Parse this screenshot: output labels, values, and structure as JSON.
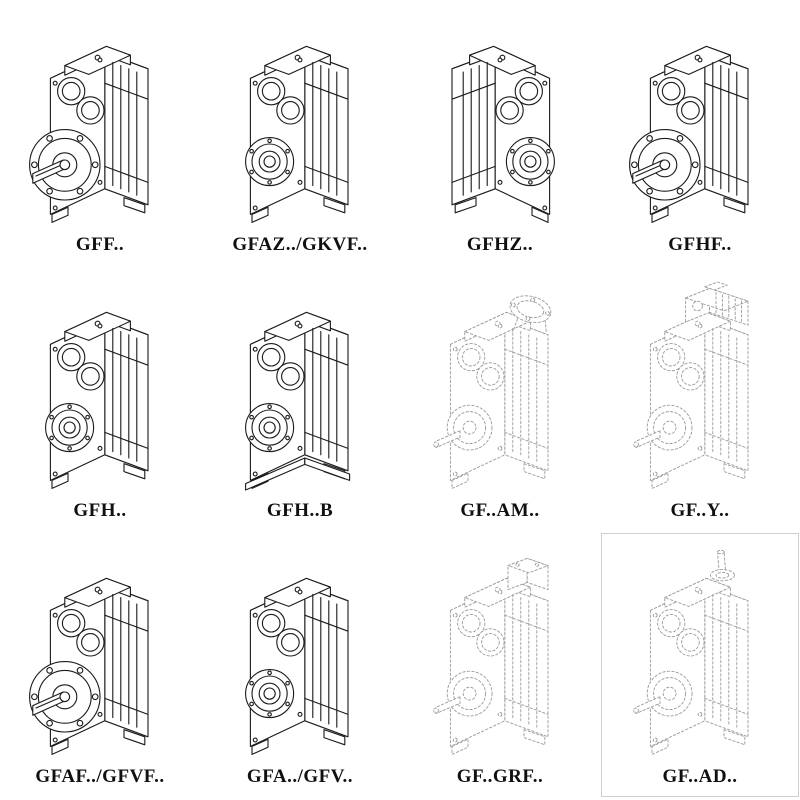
{
  "page": {
    "background": "#ffffff",
    "ink_color": "#1c1c1c",
    "ghost_color": "#9b9b9b"
  },
  "cells": [
    {
      "label": "GFF..",
      "drawing": "gearbox-output-flange"
    },
    {
      "label": "GFAZ../GKVF..",
      "drawing": "gearbox-hollow-shaft"
    },
    {
      "label": "GFHZ..",
      "drawing": "gearbox-hollow-shaft-mirrored"
    },
    {
      "label": "GFHF..",
      "drawing": "gearbox-output-flange"
    },
    {
      "label": "GFH..",
      "drawing": "gearbox-hollow-shaft"
    },
    {
      "label": "GFH..B",
      "drawing": "gearbox-hollow-shaft-foot"
    },
    {
      "label": "GF..AM..",
      "drawing": "gearbox-input-flange-ghost"
    },
    {
      "label": "GF..Y..",
      "drawing": "gearbox-motor-ghost"
    },
    {
      "label": "GFAF../GFVF..",
      "drawing": "gearbox-output-flange"
    },
    {
      "label": "GFA../GFV..",
      "drawing": "gearbox-hollow-shaft"
    },
    {
      "label": "GF..GRF..",
      "drawing": "gearbox-input-block-ghost"
    },
    {
      "label": "GF..AD..",
      "drawing": "gearbox-input-shaft-ghost"
    }
  ]
}
